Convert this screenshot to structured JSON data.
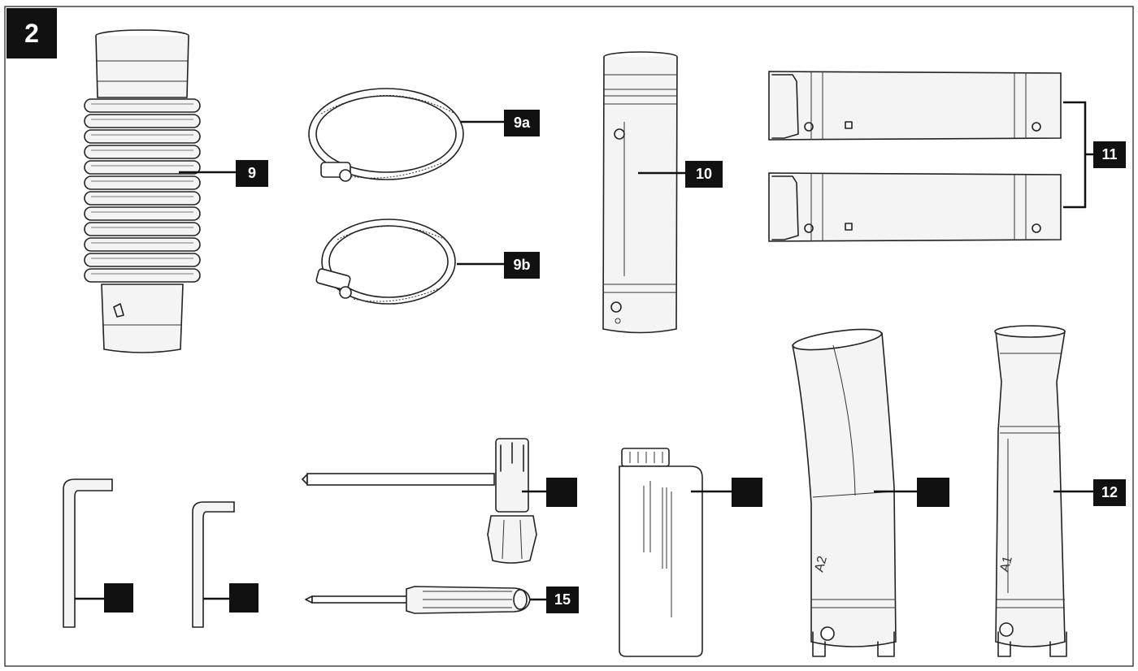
{
  "figure": {
    "panel_number": "2",
    "labels": {
      "flex_hose": "9",
      "clamp_large": "9a",
      "clamp_small": "9b",
      "tube": "10",
      "suction_tubes": "11",
      "tube_a1": "12",
      "screwdriver": "15"
    }
  }
}
